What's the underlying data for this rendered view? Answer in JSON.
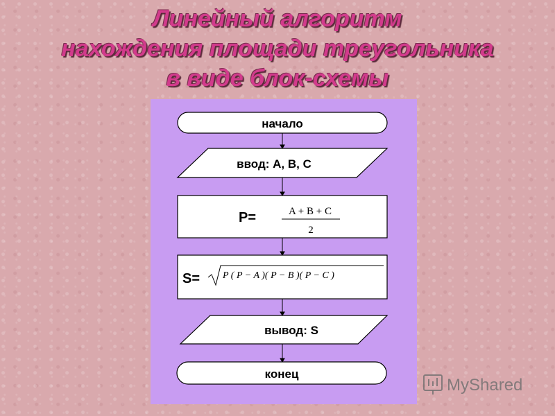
{
  "title": {
    "line1": "Линейный алгоритм",
    "line2": "нахождения площади треугольника",
    "line3": "в виде блок-схемы"
  },
  "flowchart": {
    "start": "начало",
    "input": "ввод: A, B, C",
    "p_label": "P=",
    "p_numerator": "A + B + C",
    "p_denominator": "2",
    "s_label": "S=",
    "s_formula": "P ( P − A )( P − B )( P − C )",
    "output": "вывод: S",
    "end": "конец"
  },
  "watermark": "MyShared"
}
